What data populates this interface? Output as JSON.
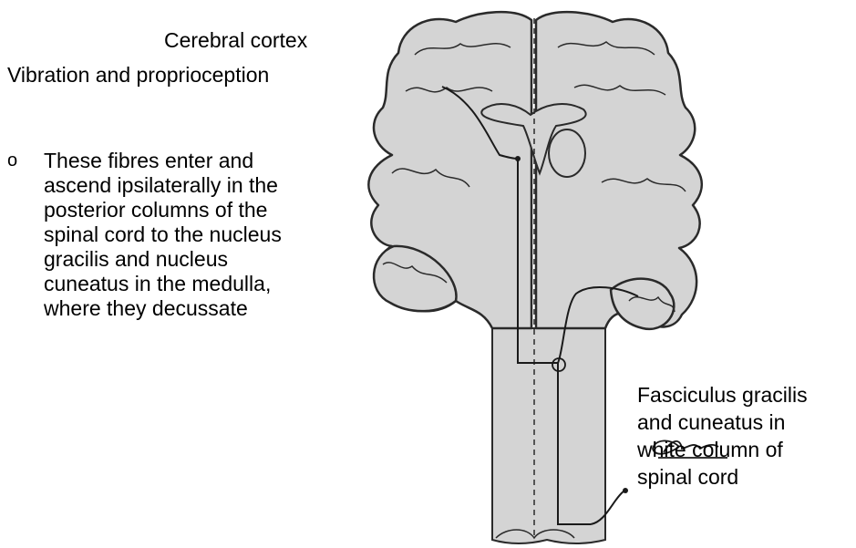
{
  "labels": {
    "title": "Cerebral cortex",
    "subtitle": "Vibration and proprioception"
  },
  "bullet": {
    "marker": "o",
    "lines": [
      "These fibres enter and",
      "ascend ipsilaterally in the",
      "posterior columns of the",
      "spinal cord to the nucleus",
      "gracilis and nucleus",
      "cuneatus in the medulla,",
      "where they decussate"
    ]
  },
  "fasciculus_label": {
    "lines": [
      "Fasciculus gracilis",
      "and cuneatus in",
      "white column of",
      "spinal cord"
    ]
  },
  "colors": {
    "tissue": "#d4d4d4",
    "outline": "#2a2a2a",
    "pathway": "#1a1a1a"
  }
}
